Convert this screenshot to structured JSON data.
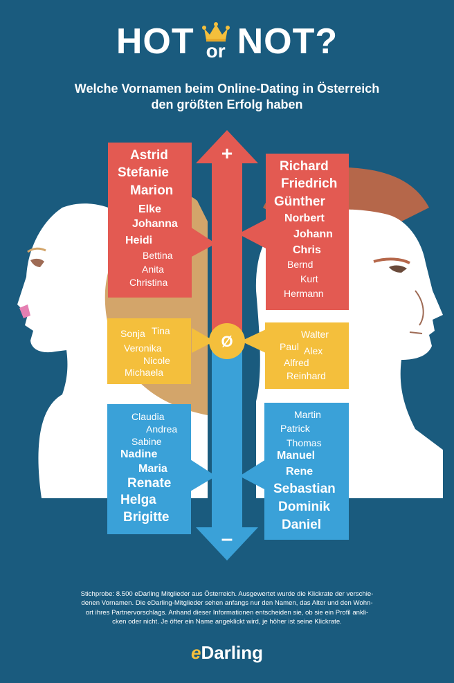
{
  "title": {
    "hot": "HOT",
    "or": "or",
    "not": "NOT?"
  },
  "subtitle": {
    "line1": "Welche Vornamen beim Online-Dating in Österreich",
    "line2": "den größten Erfolg haben"
  },
  "scale": {
    "plus": "+",
    "average": "Ø",
    "minus": "–"
  },
  "colors": {
    "hot": "#e35a52",
    "average": "#f4bf3c",
    "not": "#3aa1d8",
    "background": "#1a5b7e",
    "crown": "#f4bf3c"
  },
  "icons": [
    "crown-icon",
    "woman-silhouette",
    "man-silhouette",
    "double-arrow"
  ],
  "groups": {
    "women_hot": [
      "Astrid",
      "Stefanie",
      "Marion",
      "Elke",
      "Johanna",
      "Heidi",
      "Bettina",
      "Anita",
      "Christina"
    ],
    "men_hot": [
      "Richard",
      "Friedrich",
      "Günther",
      "Norbert",
      "Johann",
      "Chris",
      "Bernd",
      "Kurt",
      "Hermann"
    ],
    "women_avg": [
      "Sonja",
      "Tina",
      "Veronika",
      "Nicole",
      "Michaela"
    ],
    "men_avg": [
      "Walter",
      "Paul",
      "Alex",
      "Alfred",
      "Reinhard"
    ],
    "women_not": [
      "Claudia",
      "Andrea",
      "Sabine",
      "Nadine",
      "Maria",
      "Renate",
      "Helga",
      "Brigitte"
    ],
    "men_not": [
      "Martin",
      "Patrick",
      "Thomas",
      "Manuel",
      "Rene",
      "Sebastian",
      "Dominik",
      "Daniel"
    ]
  },
  "footnote": {
    "line1": "Stichprobe: 8.500 eDarling Mitglieder aus Österreich. Ausgewertet wurde die Klickrate der verschie-",
    "line2": "denen Vornamen. Die eDarling-Mitglieder sehen anfangs nur den Namen, das Alter und den Wohn-",
    "line3": "ort ihres Partnervorschlags. Anhand dieser Informationen entscheiden sie, ob sie ein Profil ankli-",
    "line4": "cken oder nicht. Je öfter ein Name angeklickt wird, je höher ist seine Klickrate."
  },
  "logo": {
    "e": "e",
    "rest": "Darling"
  }
}
